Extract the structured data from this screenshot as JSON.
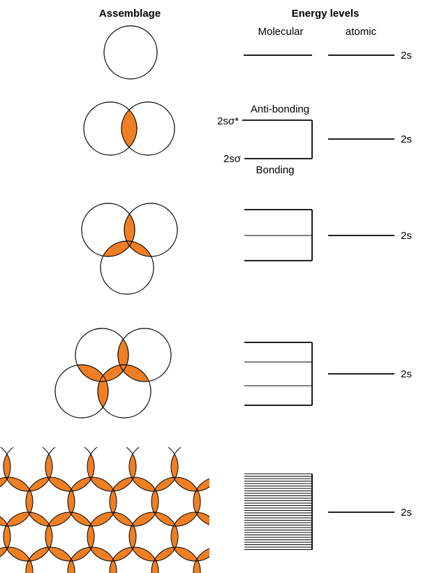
{
  "headers": {
    "assemblage": "Assemblage",
    "energy_levels": "Energy levels",
    "molecular": "Molecular",
    "atomic": "atomic"
  },
  "row1": {
    "atomic_label": "2s"
  },
  "row2": {
    "antibonding_label": "Anti-bonding",
    "bonding_label": "Bonding",
    "sigma_star_label": "2sσ*",
    "sigma_label": "2sσ",
    "atomic_label": "2s"
  },
  "row3": {
    "atomic_label": "2s"
  },
  "row4": {
    "atomic_label": "2s"
  },
  "row5": {
    "atomic_label": "2s"
  },
  "colors": {
    "overlap_fill": "#F07F24",
    "line": "#000000"
  }
}
